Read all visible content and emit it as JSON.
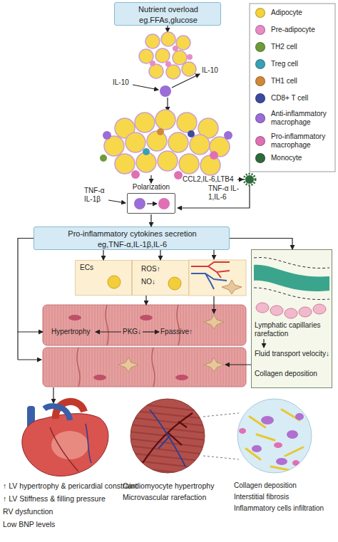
{
  "diagram": {
    "nodes": [
      {
        "text": [
          "Nutrient overload",
          "eg.FFAs,glucose"
        ]
      },
      {
        "text": [
          "Polarization"
        ]
      },
      {
        "text": [
          "Pro-inflammatory cytokines secretion",
          "eg,TNF-α,IL-1β,IL-6"
        ]
      },
      {
        "text": [
          "ECs"
        ]
      },
      {
        "text": [
          "ROS↑",
          "NO↓"
        ]
      },
      {
        "text": [
          "Lymphatic capillaries rarefaction",
          "Fluid transport velocity↓",
          "Collagen deposition"
        ]
      },
      {
        "text": [
          "Hypertrophy",
          "PKG↓",
          "Fpassive↑"
        ]
      }
    ],
    "edges": [
      {
        "from": 1,
        "to": 2,
        "arrow": "to"
      },
      {
        "from": 2,
        "to": 3,
        "arrow": "to"
      },
      {
        "from": 2,
        "to": 4,
        "arrow": "to"
      },
      {
        "from": 2,
        "to": 5,
        "arrow": "to"
      },
      {
        "from": 2,
        "to": 6,
        "arrow": "to"
      },
      {
        "from": 4,
        "to": 6,
        "arrow": "to"
      }
    ],
    "labels": [
      "IL-10",
      "IL-10",
      "TNF-α IL-1β",
      "CCL2,IL-6,LTB4",
      "TNF-α IL-1,IL-6",
      "↑ LV hypertrophy & pericardial constraint",
      "↑ LV Stiffness & filling pressure",
      "RV dysfunction",
      "Low BNP levels",
      "Cardiomyocyte hypertrophy",
      "Microvascular rarefaction",
      "Collagen deposition",
      "Interstitial fibrosis",
      "Inflammatory cells infiltration"
    ],
    "legend": [
      {
        "text": "Adipocyte",
        "color": "#f5d23c"
      },
      {
        "text": "Pre-adipocyte",
        "color": "#e98cc6"
      },
      {
        "text": "TH2 cell",
        "color": "#6f9a3a"
      },
      {
        "text": "Treg cell",
        "color": "#3aa0b4"
      },
      {
        "text": "TH1 cell",
        "color": "#d08838"
      },
      {
        "text": "CD8+ T cell",
        "color": "#3c4a9e"
      },
      {
        "text": "Anti-inflammatory macrophage",
        "color": "#9b6dd6"
      },
      {
        "text": "Pro-inflammatory macrophage",
        "color": "#e070b4"
      },
      {
        "text": "Monocyte",
        "color": "#2f6b3a"
      }
    ]
  }
}
